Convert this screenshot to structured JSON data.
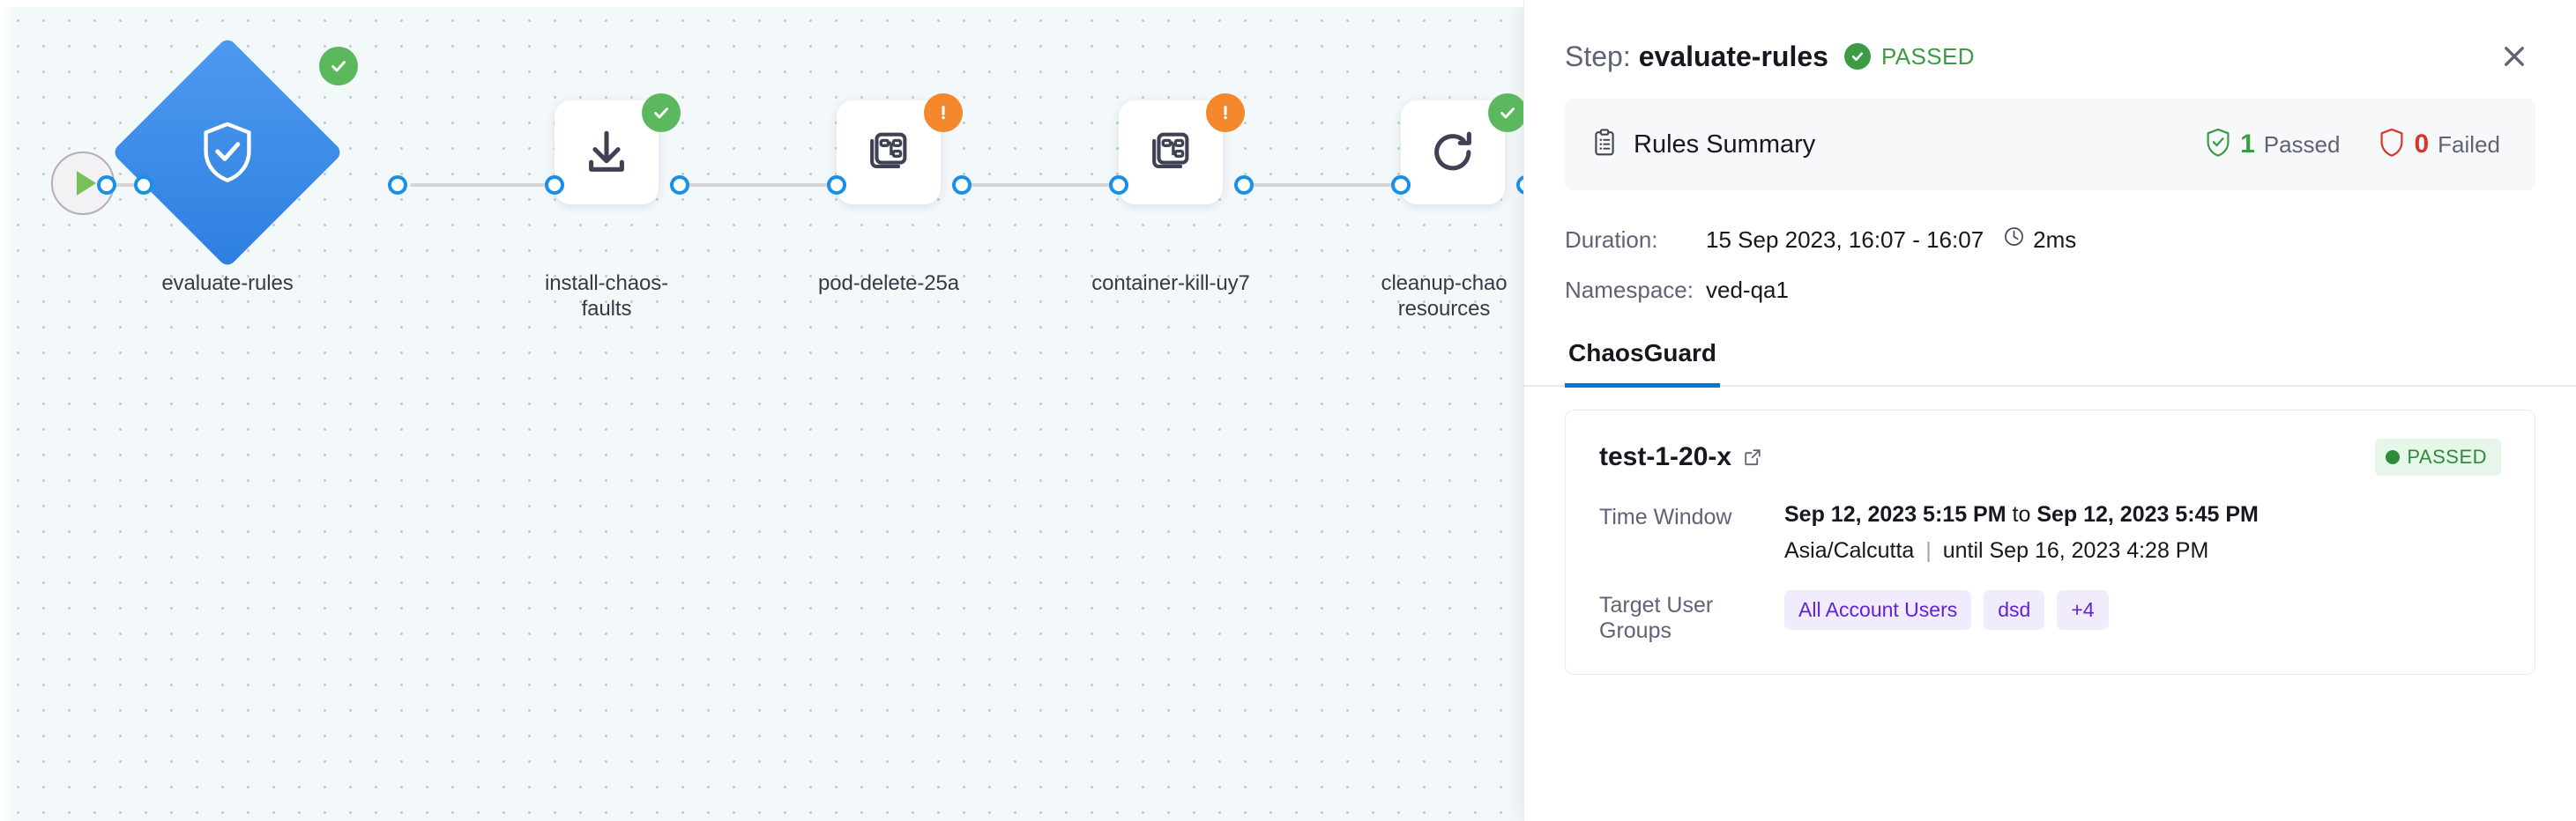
{
  "canvas": {
    "start_node": {
      "icon": "play-icon"
    },
    "nodes": [
      {
        "id": "evaluate-rules",
        "label": "evaluate-rules",
        "shape": "diamond",
        "icon": "shield-check-icon",
        "status": "success",
        "status_icon": "check-circle-icon"
      },
      {
        "id": "install-chaos",
        "label": "install-chaos-\nfaults",
        "shape": "square",
        "icon": "download-icon",
        "status": "success",
        "status_icon": "check-circle-icon"
      },
      {
        "id": "pod-delete",
        "label": "pod-delete-25a",
        "shape": "square",
        "icon": "chaos-experiment-icon",
        "status": "warning",
        "status_icon": "exclamation-circle-icon"
      },
      {
        "id": "container-kill",
        "label": "container-kill-uy7",
        "shape": "square",
        "icon": "chaos-experiment-icon",
        "status": "warning",
        "status_icon": "exclamation-circle-icon"
      },
      {
        "id": "cleanup-chaos",
        "label": "cleanup-chao\nresources",
        "shape": "square",
        "icon": "refresh-icon",
        "status": "success",
        "status_icon": "check-circle-icon"
      }
    ],
    "colors": {
      "background": "#f3f8fa",
      "dot": "#c3ced4",
      "edge": "#d5d5d5",
      "port_border": "#1890e8",
      "diamond": "#2d7fe0",
      "success": "#5cb85c",
      "warning": "#f2872b"
    }
  },
  "panel": {
    "header": {
      "step_prefix": "Step:",
      "step_name": "evaluate-rules",
      "status_text": "PASSED",
      "status_icon": "check-circle-icon",
      "close_icon": "close-icon",
      "status_color": "#3c9b44"
    },
    "rules_summary": {
      "icon": "clipboard-icon",
      "title": "Rules Summary",
      "passed_count": "1",
      "passed_label": "Passed",
      "passed_icon": "shield-check-icon",
      "failed_count": "0",
      "failed_label": "Failed",
      "failed_icon": "shield-outline-icon",
      "pass_color": "#3c9b44",
      "fail_color": "#d9352c"
    },
    "details": {
      "duration_label": "Duration:",
      "duration_value": "15 Sep 2023, 16:07 - 16:07",
      "duration_icon": "clock-icon",
      "duration_elapsed": "2ms",
      "namespace_label": "Namespace:",
      "namespace_value": "ved-qa1"
    },
    "tabs": [
      {
        "label": "ChaosGuard",
        "active": true
      }
    ],
    "test_card": {
      "name": "test-1-20-x",
      "external_link_icon": "external-link-icon",
      "status_pill": "PASSED",
      "status_pill_color": "#2e8b3b",
      "time_window_label": "Time Window",
      "time_window_start": "Sep 12, 2023 5:15 PM",
      "time_window_join": "to",
      "time_window_end": "Sep 12, 2023 5:45 PM",
      "timezone": "Asia/Calcutta",
      "until_text": "until Sep 16, 2023 4:28 PM",
      "target_groups_label": "Target User Groups",
      "target_groups": [
        "All Account Users",
        "dsd",
        "+4"
      ],
      "chip_color": "#6123d9"
    }
  }
}
